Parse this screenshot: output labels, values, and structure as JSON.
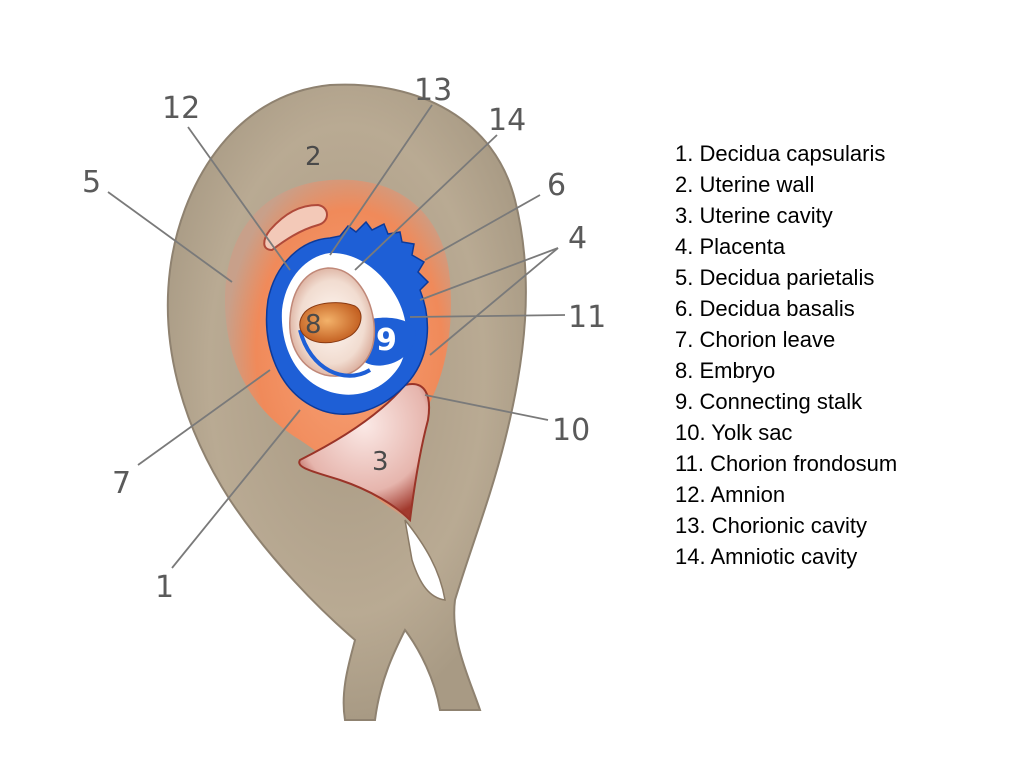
{
  "diagram": {
    "numbers": {
      "n1": "1",
      "n2": "2",
      "n3": "3",
      "n4": "4",
      "n5": "5",
      "n6": "6",
      "n7": "7",
      "n8": "8",
      "n9": "9",
      "n10": "10",
      "n11": "11",
      "n12": "12",
      "n13": "13",
      "n14": "14"
    }
  },
  "legend": {
    "items": [
      "1. Decidua capsularis",
      "2. Uterine wall",
      "3. Uterine cavity",
      "4. Placenta",
      "5. Decidua parietalis",
      "6. Decidua basalis",
      "7. Chorion leave",
      "8. Embryo",
      "9. Connecting stalk",
      "10. Yolk sac",
      "11. Chorion frondosum",
      "12. Amnion",
      "13. Chorionic cavity",
      "14. Amniotic cavity"
    ]
  },
  "colors": {
    "uterine_wall": "#b5a58e",
    "decidua": "#f08a5a",
    "chorion": "#1e5fd6",
    "amnion": "#f2e3d8",
    "embryo": "#d87a2a"
  }
}
